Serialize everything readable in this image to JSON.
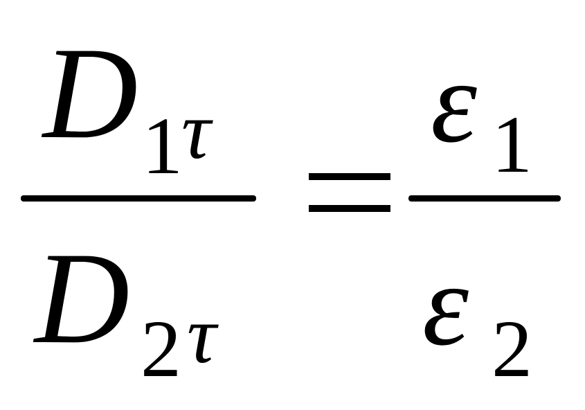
{
  "equation": {
    "left_fraction": {
      "numerator": {
        "symbol": "D",
        "sub_digit": "1",
        "sub_symbol": "τ"
      },
      "denominator": {
        "symbol": "D",
        "sub_digit": "2",
        "sub_symbol": "τ"
      }
    },
    "operator": "=",
    "right_fraction": {
      "numerator": {
        "symbol": "ε",
        "sub_digit": "1"
      },
      "denominator": {
        "symbol": "ε",
        "sub_digit": "2"
      }
    }
  }
}
